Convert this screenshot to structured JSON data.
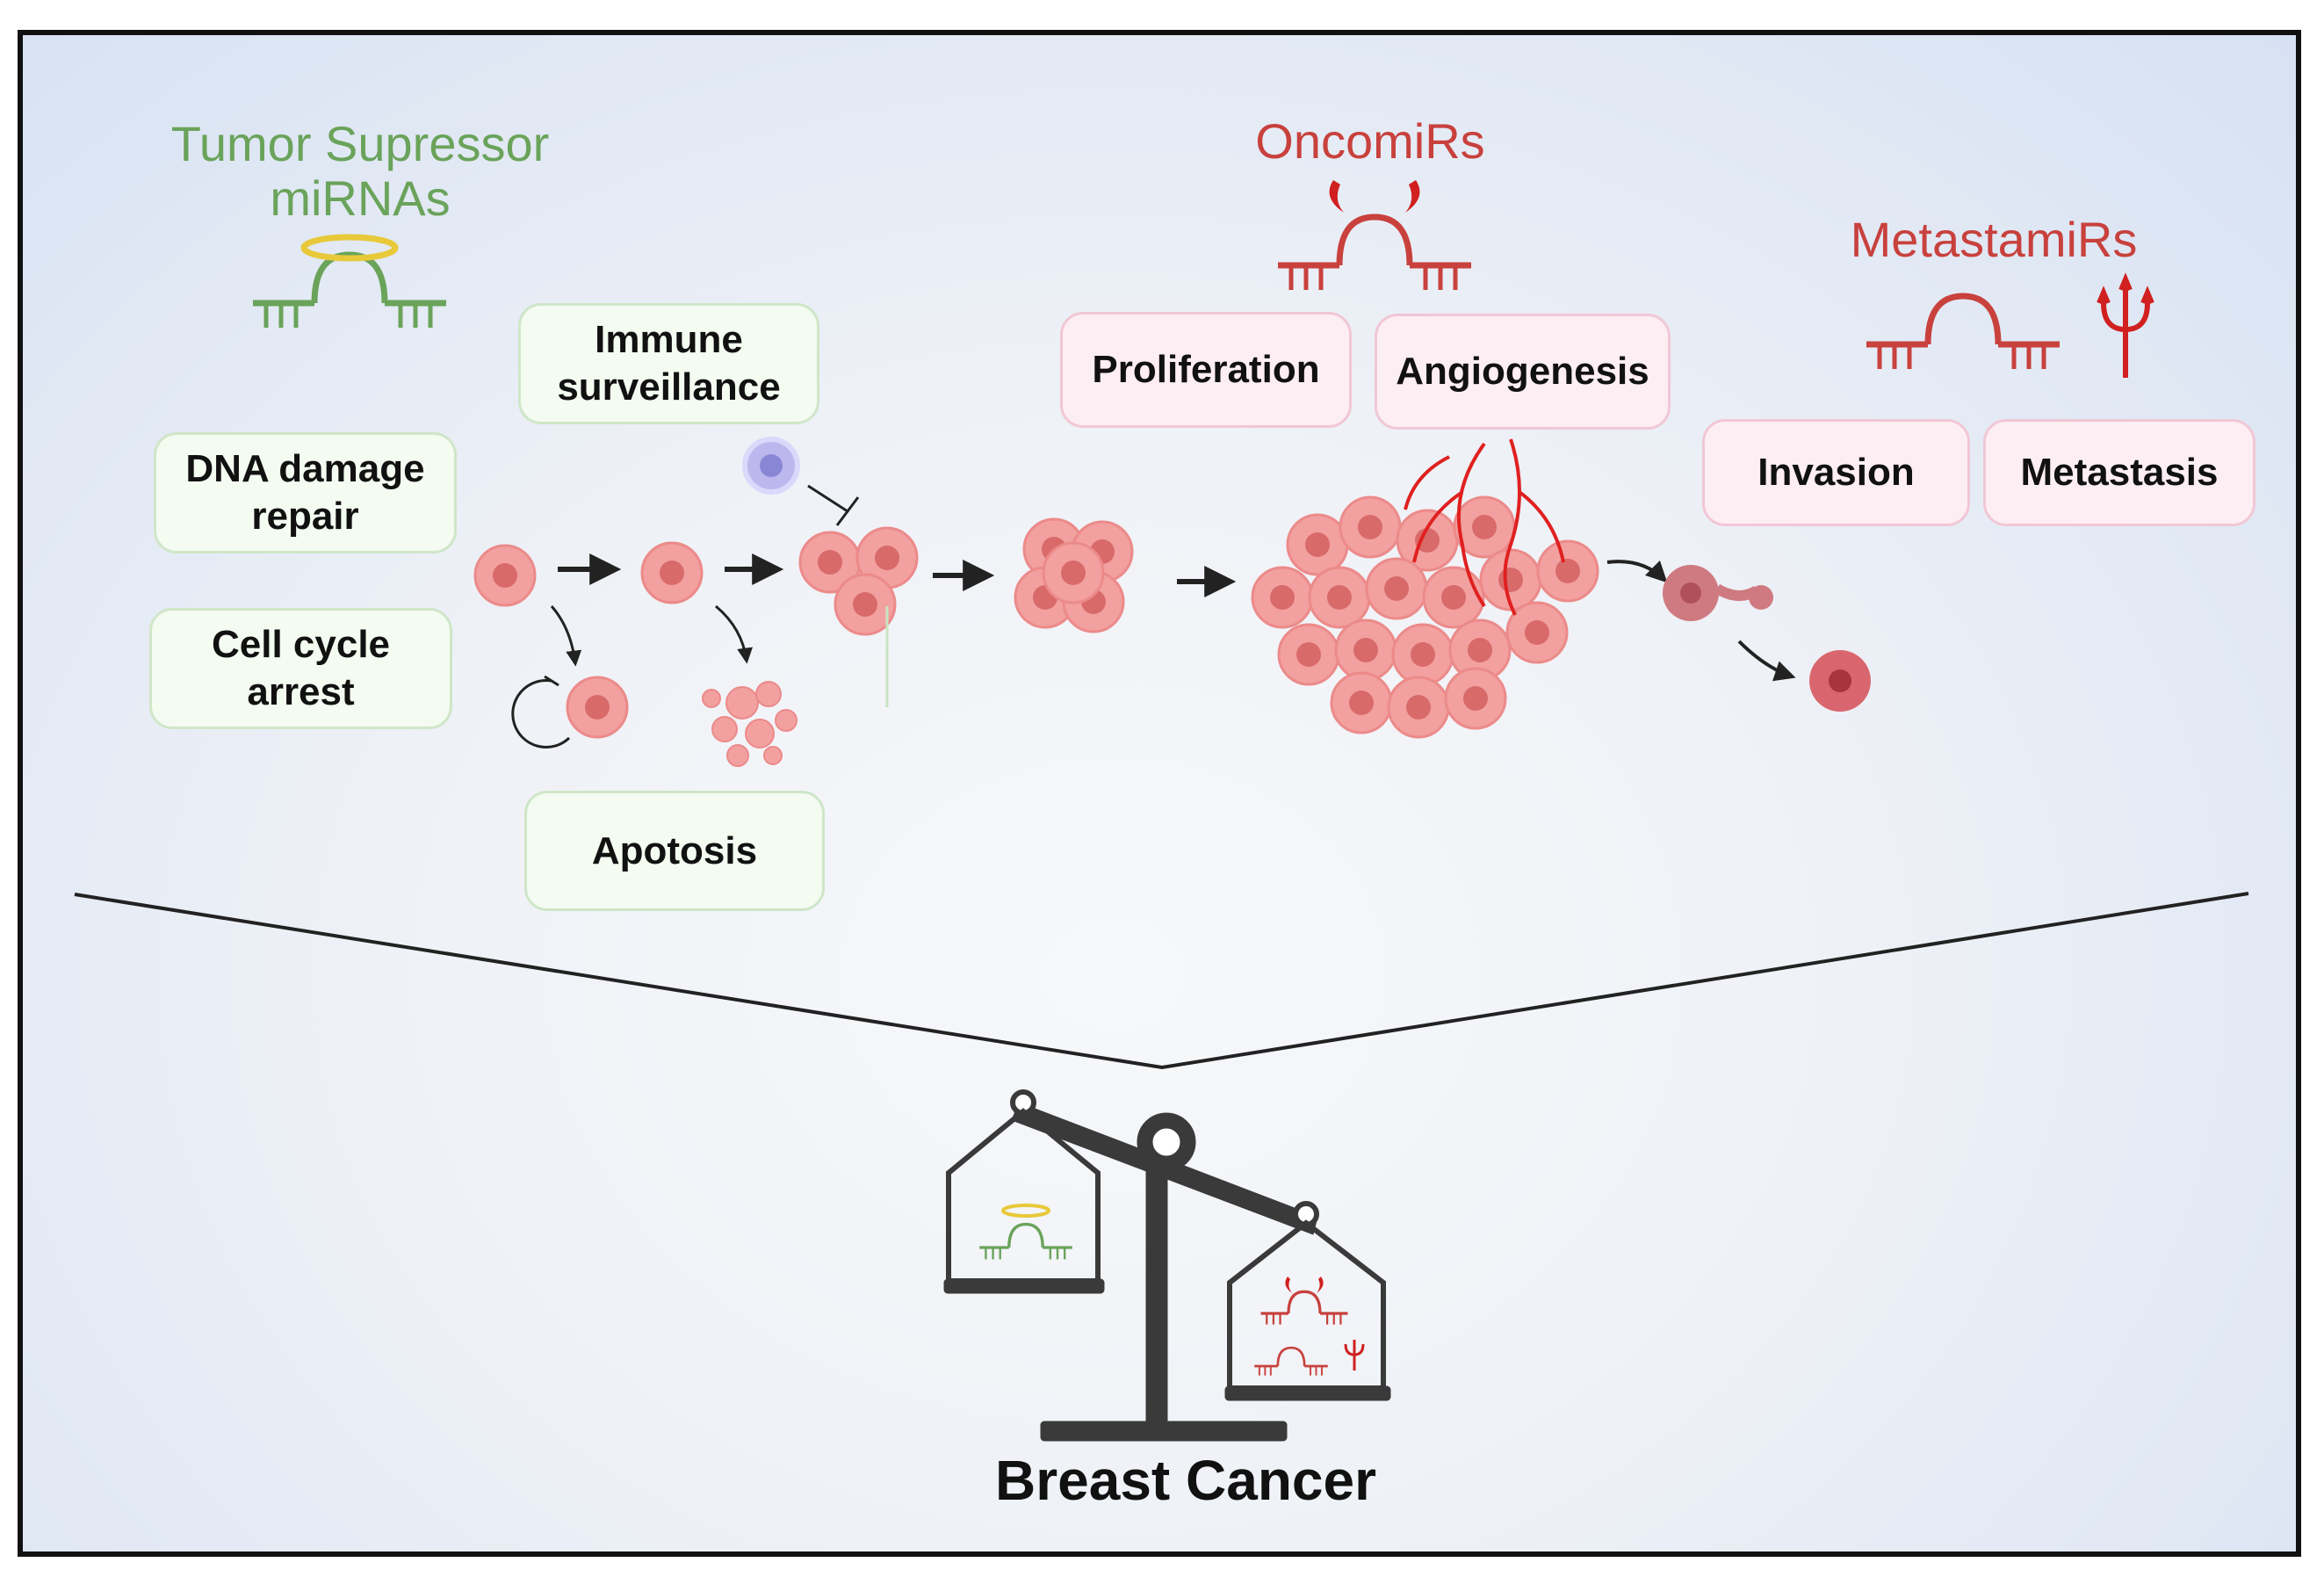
{
  "headings": {
    "tumor_suppressor": "Tumor Supressor\nmiRNAs",
    "oncomirs": "OncomiRs",
    "metastamirs": "MetastamiRs"
  },
  "processes": {
    "dna_damage_repair": "DNA damage\nrepair",
    "cell_cycle_arrest": "Cell cycle\narrest",
    "immune_surveillance": "Immune\nsurveillance",
    "apoptosis": "Apotosis",
    "proliferation": "Proliferation",
    "angiogenesis": "Angiogenesis",
    "invasion": "Invasion",
    "metastasis": "Metastasis"
  },
  "title": "Breast Cancer",
  "colors": {
    "tumor_suppressor": "#6aa35a",
    "oncomir": "#c8413d",
    "cell": "#f2a0a0",
    "cell_nucleus": "#d96a6a",
    "immune_cell": "#a9a6e8",
    "halo": "#e8c93a",
    "vessel": "#e02020",
    "scale": "#3a3a3a"
  },
  "icons": [
    "halo-icon",
    "devil-horns-icon",
    "trident-icon",
    "mirna-hairpin-icon",
    "balance-scale-icon"
  ]
}
